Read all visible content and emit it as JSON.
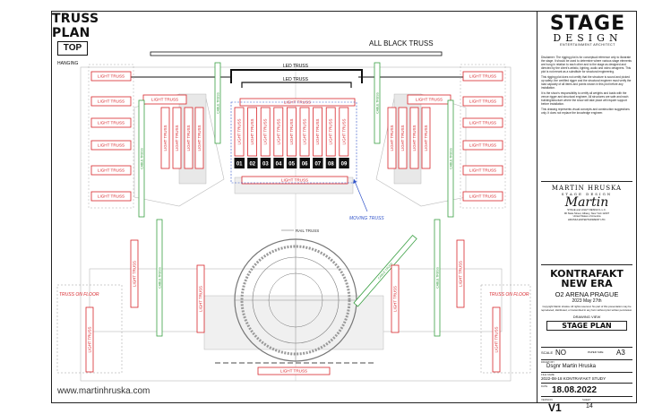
{
  "page_title": "TRUSS PLAN",
  "view_label": "TOP",
  "hanging_label": "HANGING",
  "all_black_label": "ALL BLACK TRUSS",
  "website": "www.martinhruska.com",
  "truss_labels": {
    "light": "LIGHT TRUSS",
    "led": "LED TRUSS",
    "cable": "CABLE TRUSS",
    "moving": "MOVING TRUSS",
    "rail": "RAIL TRUSS",
    "floor": "TRUSS ON FLOOR"
  },
  "moving_truss_numbers": [
    "01",
    "02",
    "03",
    "04",
    "05",
    "06",
    "07",
    "08",
    "09"
  ],
  "title_block": {
    "brand_big": "STAGE",
    "brand_mid": "DESIGN",
    "brand_small": "ENTERTAINMENT ARCHITECT",
    "disclaimer": [
      "Disclaimer: The rigging plot is for conceptual reference only to illustrate the stage. It should be used to determine where various stage elements are hung in relation to each other and to the stage as designed and directed by the client's artistic, lighting, audio and video designers. This plot is not meant as a substitute for structural engineering.",
      "This rigging plot does not certify that the structure is sound and picked up safely; the certified rigger and the structural engineer must verify the load capacity of all items and points shown in this plot before any installation.",
      "It is the show's responsibility to certify all weights and loads with the venue rigger and structural engineer. All structures are safe and each building/structure where the show will take place will require support before installation.",
      "This drawing represents visual concepts and construction suggestions only. It does not replace the knowledge engineer."
    ],
    "designer_name": "MARTIN HRUSKA",
    "designer_sub": "STAGE DESIGN",
    "signature": "Martin",
    "designer_address": [
      "STAGE and LIGHT DESIGN L.L.C.",
      "90 State Street, Albany, New York 12207",
      "United States of America",
      "HRUSKA ENTERTAINMENT LTD."
    ],
    "project_line1": "KONTRAFAKT",
    "project_line2": "NEW ERA",
    "venue": "O2 ARENA PRAGUE",
    "event_date": "2023 May 27th",
    "copyright": "Copyright Martin Hruska. All rights reserved. No part of this presentation may be reproduced, distributed, or transmitted in any form without prior written permission.",
    "drawing_view_label": "DRAWING VIEW",
    "drawing_view": "STAGE PLAN",
    "scale_label": "SCALE",
    "scale": "NO",
    "paper_label": "PAPER SIZE",
    "paper": "A3",
    "drawn_label": "DRAWN BY",
    "drawn_by": "Dsgnr Martin Hruska",
    "file_label": "FILE NAME",
    "file_name": "2022-08-18 KONTRAFAKT STUDY",
    "date_label": "DATE",
    "date": "18.08.2022",
    "version_label": "VERSION",
    "version": "V1",
    "sheet_label": "SHEET",
    "sheet": "14"
  },
  "colors": {
    "light_truss": "#d8262b",
    "cable_truss": "#3aa043",
    "led_truss": "#111111",
    "moving_label": "#2f52c9"
  }
}
